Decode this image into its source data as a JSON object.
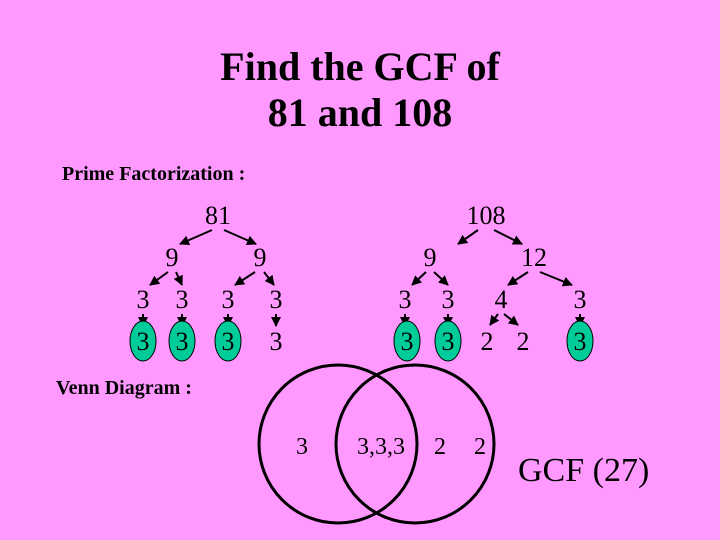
{
  "title": {
    "line1": "Find the GCF of",
    "line2": "81 and 108"
  },
  "labels": {
    "prime_factorization": "Prime Factorization :",
    "venn_diagram": "Venn Diagram :"
  },
  "colors": {
    "background": "#FF99FF",
    "highlight": "#00CC99"
  },
  "tree_81": {
    "root": "81",
    "level1": [
      "9",
      "9"
    ],
    "level2": [
      "3",
      "3",
      "3",
      "3"
    ],
    "level3": [
      "3",
      "3",
      "3",
      "3"
    ],
    "highlighted_level3": [
      true,
      true,
      true,
      false
    ]
  },
  "tree_108": {
    "root": "108",
    "level1": [
      "9",
      "12"
    ],
    "level2": [
      "3",
      "3",
      "4",
      "3"
    ],
    "level3": [
      "3",
      "3",
      "2",
      "2",
      "3"
    ],
    "highlighted_level3": [
      true,
      true,
      false,
      false,
      true
    ]
  },
  "venn": {
    "left_only": "3",
    "intersection": "3,3,3",
    "right_only": [
      "2",
      "2"
    ]
  },
  "result": "GCF (27)"
}
